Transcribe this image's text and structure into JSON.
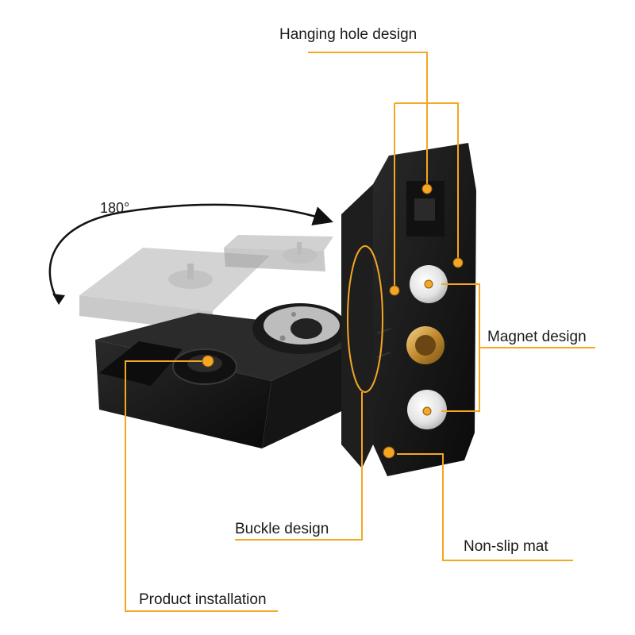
{
  "accent_color": "#F5A623",
  "labels": {
    "hanging_hole": "Hanging hole design",
    "magnet": "Magnet design",
    "buckle": "Buckle design",
    "non_slip": "Non-slip mat",
    "installation": "Product installation",
    "rotation": "180°"
  }
}
